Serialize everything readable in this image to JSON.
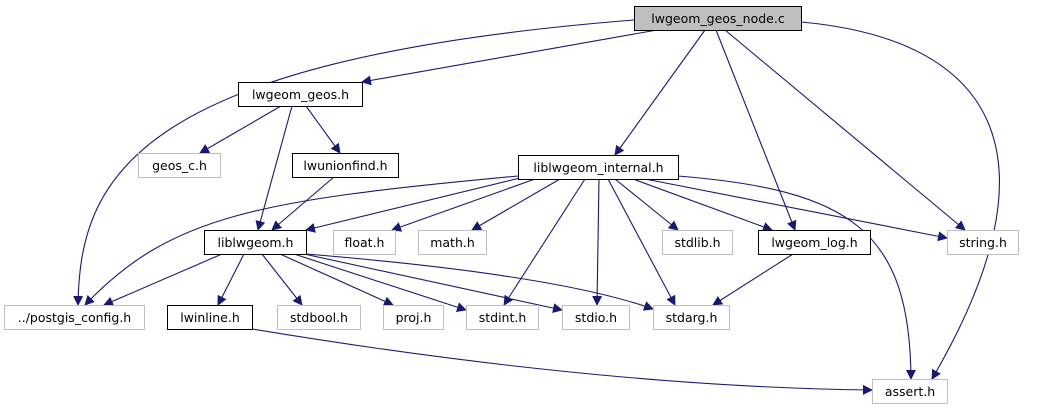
{
  "graph": {
    "title": "lwgeom_geos_node.c include dependency graph",
    "colors": {
      "edge": "#191970",
      "root_fill": "#bfbfbf",
      "root_border": "#000000",
      "documented_border": "#000000",
      "external_border": "#bfbfbf",
      "node_fill": "#ffffff"
    },
    "nodes": [
      {
        "id": "root",
        "label": "lwgeom_geos_node.c",
        "kind": "root"
      },
      {
        "id": "lwgeom_geos_h",
        "label": "lwgeom_geos.h",
        "kind": "documented"
      },
      {
        "id": "geos_c_h",
        "label": "geos_c.h",
        "kind": "external"
      },
      {
        "id": "lwunionfind_h",
        "label": "lwunionfind.h",
        "kind": "documented"
      },
      {
        "id": "liblwgeom_internal_h",
        "label": "liblwgeom_internal.h",
        "kind": "documented"
      },
      {
        "id": "liblwgeom_h",
        "label": "liblwgeom.h",
        "kind": "documented"
      },
      {
        "id": "float_h",
        "label": "float.h",
        "kind": "external"
      },
      {
        "id": "math_h",
        "label": "math.h",
        "kind": "external"
      },
      {
        "id": "stdlib_h",
        "label": "stdlib.h",
        "kind": "external"
      },
      {
        "id": "lwgeom_log_h",
        "label": "lwgeom_log.h",
        "kind": "documented"
      },
      {
        "id": "string_h",
        "label": "string.h",
        "kind": "external"
      },
      {
        "id": "postgis_config_h",
        "label": "../postgis_config.h",
        "kind": "external"
      },
      {
        "id": "lwinline_h",
        "label": "lwinline.h",
        "kind": "documented"
      },
      {
        "id": "stdbool_h",
        "label": "stdbool.h",
        "kind": "external"
      },
      {
        "id": "proj_h",
        "label": "proj.h",
        "kind": "external"
      },
      {
        "id": "stdint_h",
        "label": "stdint.h",
        "kind": "external"
      },
      {
        "id": "stdio_h",
        "label": "stdio.h",
        "kind": "external"
      },
      {
        "id": "stdarg_h",
        "label": "stdarg.h",
        "kind": "external"
      },
      {
        "id": "assert_h",
        "label": "assert.h",
        "kind": "external"
      }
    ],
    "edges": [
      {
        "from": "root",
        "to": "lwgeom_geos_h"
      },
      {
        "from": "root",
        "to": "postgis_config_h"
      },
      {
        "from": "root",
        "to": "liblwgeom_internal_h"
      },
      {
        "from": "root",
        "to": "lwgeom_log_h"
      },
      {
        "from": "root",
        "to": "string_h"
      },
      {
        "from": "root",
        "to": "assert_h"
      },
      {
        "from": "lwgeom_geos_h",
        "to": "geos_c_h"
      },
      {
        "from": "lwgeom_geos_h",
        "to": "liblwgeom_h"
      },
      {
        "from": "lwgeom_geos_h",
        "to": "lwunionfind_h"
      },
      {
        "from": "lwunionfind_h",
        "to": "liblwgeom_h"
      },
      {
        "from": "liblwgeom_internal_h",
        "to": "postgis_config_h"
      },
      {
        "from": "liblwgeom_internal_h",
        "to": "liblwgeom_h"
      },
      {
        "from": "liblwgeom_internal_h",
        "to": "float_h"
      },
      {
        "from": "liblwgeom_internal_h",
        "to": "math_h"
      },
      {
        "from": "liblwgeom_internal_h",
        "to": "stdint_h"
      },
      {
        "from": "liblwgeom_internal_h",
        "to": "stdio_h"
      },
      {
        "from": "liblwgeom_internal_h",
        "to": "stdarg_h"
      },
      {
        "from": "liblwgeom_internal_h",
        "to": "stdlib_h"
      },
      {
        "from": "liblwgeom_internal_h",
        "to": "lwgeom_log_h"
      },
      {
        "from": "liblwgeom_internal_h",
        "to": "string_h"
      },
      {
        "from": "liblwgeom_internal_h",
        "to": "assert_h"
      },
      {
        "from": "liblwgeom_h",
        "to": "postgis_config_h"
      },
      {
        "from": "liblwgeom_h",
        "to": "lwinline_h"
      },
      {
        "from": "liblwgeom_h",
        "to": "stdbool_h"
      },
      {
        "from": "liblwgeom_h",
        "to": "proj_h"
      },
      {
        "from": "liblwgeom_h",
        "to": "stdint_h"
      },
      {
        "from": "liblwgeom_h",
        "to": "stdio_h"
      },
      {
        "from": "liblwgeom_h",
        "to": "stdarg_h"
      },
      {
        "from": "lwgeom_log_h",
        "to": "stdarg_h"
      },
      {
        "from": "lwinline_h",
        "to": "assert_h"
      }
    ]
  }
}
